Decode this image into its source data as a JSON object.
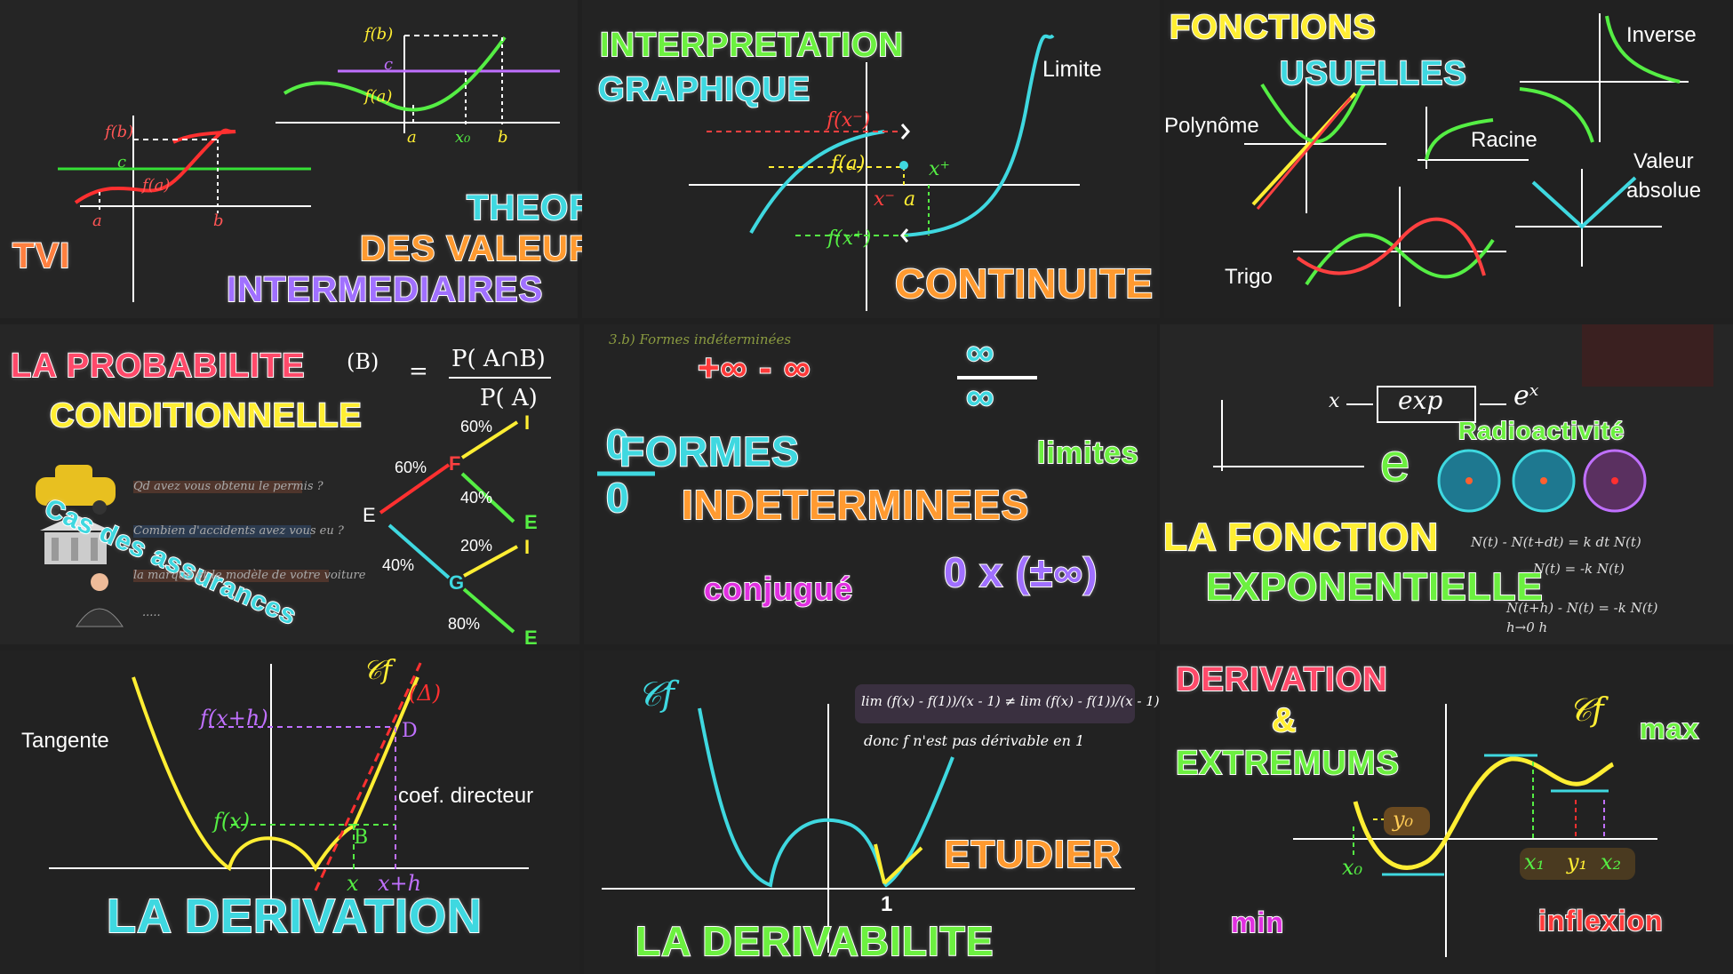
{
  "tvi": {
    "short": "TVI",
    "title_l1": "THEOREME",
    "title_l2": "DES VALEURS",
    "title_l3": "INTERMEDIAIRES",
    "fb": "f(b)",
    "fa": "f(a)",
    "c": "c",
    "a": "a",
    "b": "b",
    "fb2": "f(b)",
    "fa2": "f(a)",
    "c2": "c",
    "a2": "a",
    "b2": "b",
    "x0": "x₀"
  },
  "continuite": {
    "title_l1": "INTERPRETATION",
    "title_l2": "GRAPHIQUE",
    "main": "CONTINUITE",
    "limite": "Limite",
    "fxm": "f(x⁻)",
    "fa": "f(a)",
    "fxp": "f(x⁺)",
    "xm": "x⁻",
    "a": "a",
    "xp": "x⁺"
  },
  "fonctions": {
    "title_l1": "FONCTIONS",
    "title_l2": "USUELLES",
    "polynome": "Polynôme",
    "racine": "Racine",
    "inverse": "Inverse",
    "valeur_l1": "Valeur",
    "valeur_l2": "absolue",
    "trigo": "Trigo"
  },
  "probabilite": {
    "title_l1": "LA PROBABILITE",
    "title_l2": "CONDITIONNELLE",
    "formula_lhs": "(B)",
    "formula_eq": "=",
    "formula_num": "P( A∩B)",
    "formula_den": "P( A)",
    "assurances": "Cas des assurances",
    "root": "E",
    "nodes": [
      "F",
      "G"
    ],
    "leaves": [
      "I",
      "E",
      "I",
      "E"
    ],
    "probs": [
      "60%",
      "40%",
      "60%",
      "40%",
      "20%",
      "80%"
    ],
    "notes": [
      "Qd avez vous obtenu le permis ?",
      "Combien d'accidents avez vous eu ?",
      "la marque et le modèle de votre voiture",
      "....."
    ]
  },
  "formes": {
    "header": "3.b) Formes indéterminées",
    "inf_diff": "+∞ - ∞",
    "inf_over": "∞",
    "zero_over": "0",
    "title_l1": "FORMES",
    "title_l2": "INDETERMINEES",
    "limites": "limites",
    "conjugue": "conjugué",
    "zero_times": "0 x (±∞)"
  },
  "exponentielle": {
    "title_l1": "LA FONCTION",
    "title_l2": "EXPONENTIELLE",
    "radioactivite": "Radioactivité",
    "e": "e",
    "exp": "exp",
    "ex": "eˣ",
    "x": "x",
    "notes": [
      "N(t) - N(t+dt) = k dt N(t)",
      "N(t) = -k N(t)",
      "N(t+h) - N(t) = -k N(t)",
      "h→0   h"
    ]
  },
  "derivation": {
    "title": "LA DERIVATION",
    "tangente": "Tangente",
    "coef": "coef. directeur",
    "cf": "𝒞f",
    "delta": "(Δ)",
    "fxh": "f(x+h)",
    "fx": "f(x)",
    "D": "D",
    "B": "B",
    "x": "x",
    "xh": "x+h"
  },
  "derivabilite": {
    "title": "LA DERIVABILITE",
    "etudier": "ETUDIER",
    "cf": "𝒞f",
    "one": "1",
    "limit_text": "lim (f(x) - f(1))/(x - 1) ≠ lim (f(x) - f(1))/(x - 1)",
    "note": "donc f n'est pas dérivable en 1"
  },
  "extremums": {
    "title_l1": "DERIVATION",
    "title_l2": "&",
    "title_l3": "EXTREMUMS",
    "cf": "𝒞f",
    "max": "max",
    "min": "min",
    "inflexion": "inflexion",
    "y0": "y₀",
    "x0": "x₀",
    "x1": "x₁",
    "y1": "y₁",
    "x2": "x₂"
  },
  "colors": {
    "board": "#202020",
    "red": "#ff3a3a",
    "yellow": "#ffee33",
    "cyan": "#3fd8e0",
    "orange": "#ff9a30",
    "green": "#6cf040",
    "purple": "#a070ff",
    "pink": "#ff4aa0",
    "magenta": "#e030e0"
  }
}
